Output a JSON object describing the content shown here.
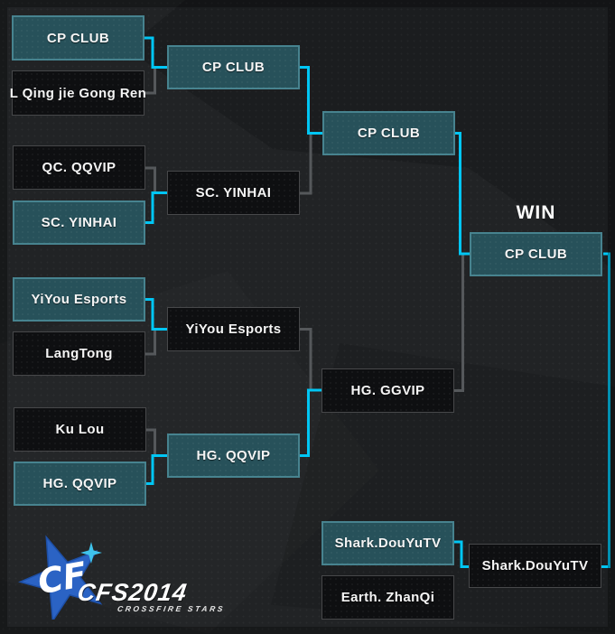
{
  "bracket": {
    "round1": [
      {
        "label": "CP CLUB",
        "winner": true
      },
      {
        "label": "L Qing jie Gong Ren",
        "winner": false
      },
      {
        "label": "QC. QQVIP",
        "winner": false
      },
      {
        "label": "SC. YINHAI",
        "winner": true
      },
      {
        "label": "YiYou Esports",
        "winner": true
      },
      {
        "label": "LangTong",
        "winner": false
      },
      {
        "label": "Ku Lou",
        "winner": false
      },
      {
        "label": "HG. QQVIP",
        "winner": true
      }
    ],
    "round2": [
      {
        "label": "CP CLUB",
        "winner": true
      },
      {
        "label": "SC. YINHAI",
        "winner": false
      },
      {
        "label": "YiYou Esports",
        "winner": false
      },
      {
        "label": "HG. QQVIP",
        "winner": true
      }
    ],
    "round3": [
      {
        "label": "CP CLUB",
        "winner": true
      },
      {
        "label": "HG. GGVIP",
        "winner": false
      }
    ],
    "champion": {
      "label": "CP CLUB",
      "win_label": "WIN"
    },
    "showmatch": {
      "teams": [
        {
          "label": "Shark.DouYuTV",
          "winner": true
        },
        {
          "label": "Earth. ZhanQi",
          "winner": false
        }
      ],
      "result": {
        "label": "Shark.DouYuTV"
      }
    }
  },
  "logo": {
    "title": "CFS2014",
    "subtitle": "CROSSFIRE STARS",
    "monogram": "CF"
  },
  "colors": {
    "winner_line": "#00c6f4",
    "loser_line": "#55585b",
    "highlight_fill": "#27515a",
    "highlight_border": "#47838f",
    "plain_fill": "#0e0f11",
    "plain_border": "#47484a",
    "background": "#212325"
  }
}
